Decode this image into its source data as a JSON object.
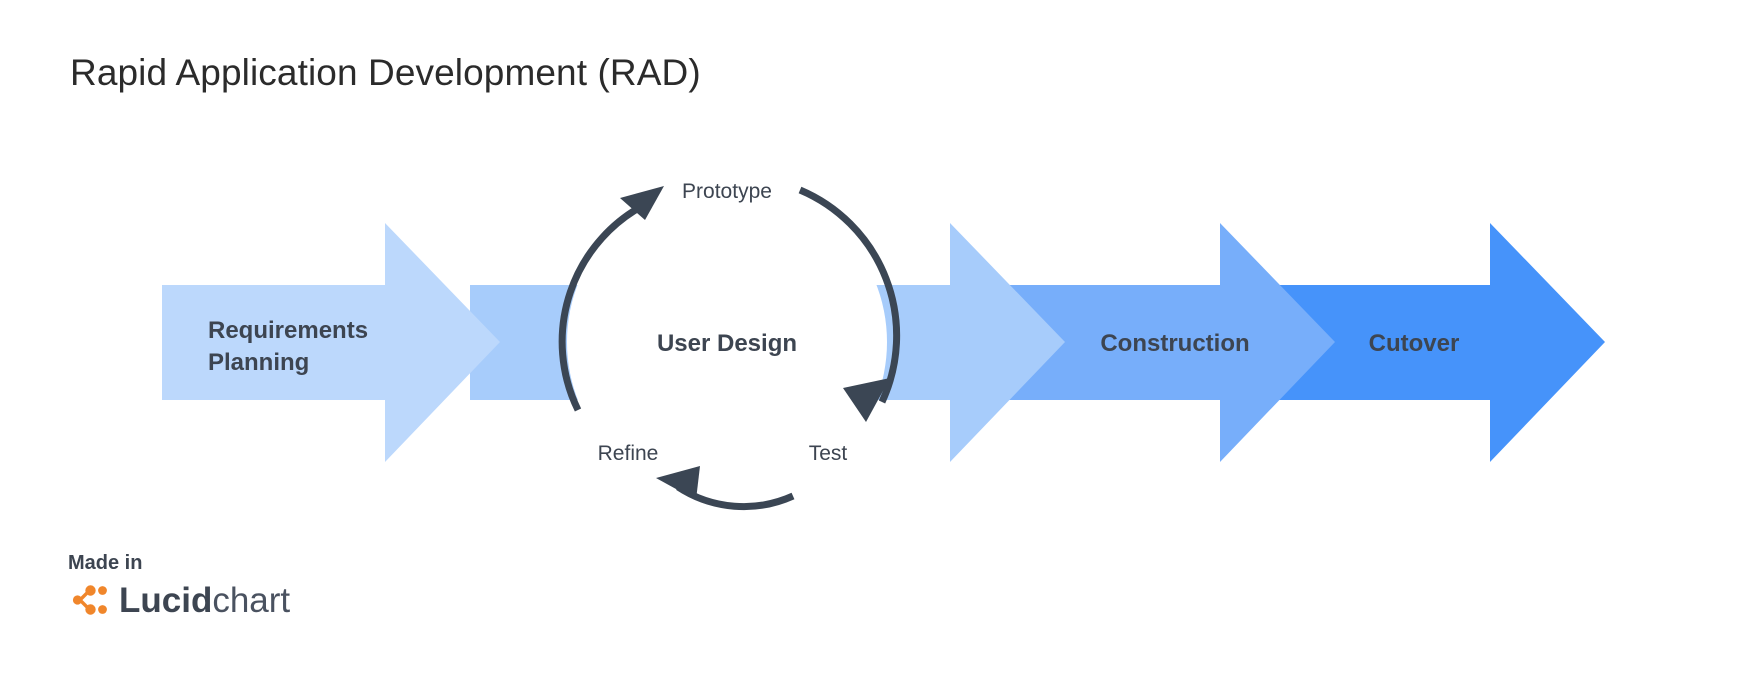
{
  "title": "Rapid Application Development (RAD)",
  "colors": {
    "text_dark": "#3d4551",
    "title": "#2b2b2b",
    "arc": "#3b4654",
    "phase_1": "#BCD8FC",
    "phase_2": "#A7CCFB",
    "phase_3": "#77AEFA",
    "phase_4": "#4693FA",
    "logo_orange": "#F0862B",
    "background": "#FFFFFF"
  },
  "chart_data": {
    "type": "diagram",
    "title": "Rapid Application Development (RAD)",
    "diagram_kind": "process-flow-with-iteration-cycle",
    "phases": [
      {
        "index": 1,
        "label": "Requirements Planning",
        "label_lines": [
          "Requirements",
          "Planning"
        ],
        "color": "#BCD8FC"
      },
      {
        "index": 2,
        "label": "User Design",
        "label_lines": [
          "User Design"
        ],
        "color": "#A7CCFB",
        "is_cycle": true
      },
      {
        "index": 3,
        "label": "Construction",
        "label_lines": [
          "Construction"
        ],
        "color": "#77AEFA"
      },
      {
        "index": 4,
        "label": "Cutover",
        "label_lines": [
          "Cutover"
        ],
        "color": "#4693FA"
      }
    ],
    "cycle": {
      "center_label": "User Design",
      "steps": [
        "Prototype",
        "Test",
        "Refine"
      ],
      "direction": "clockwise",
      "arcs": [
        {
          "name": "refine-to-prototype",
          "from": "Refine",
          "to": "Prototype",
          "arrow_at": "top-left"
        },
        {
          "name": "prototype-to-test",
          "from": "Prototype",
          "to": "Test",
          "arrow_at": "bottom-right"
        },
        {
          "name": "test-to-refine",
          "from": "Test",
          "to": "Refine",
          "arrow_at": "bottom-left"
        }
      ]
    }
  },
  "labels": {
    "phase1_line1": "Requirements",
    "phase1_line2": "Planning",
    "phase2": "User Design",
    "phase3": "Construction",
    "phase4": "Cutover",
    "cycle_top": "Prototype",
    "cycle_right": "Test",
    "cycle_left": "Refine"
  },
  "attribution": {
    "made_in": "Made in",
    "brand_bold": "Lucid",
    "brand_light": "chart"
  }
}
